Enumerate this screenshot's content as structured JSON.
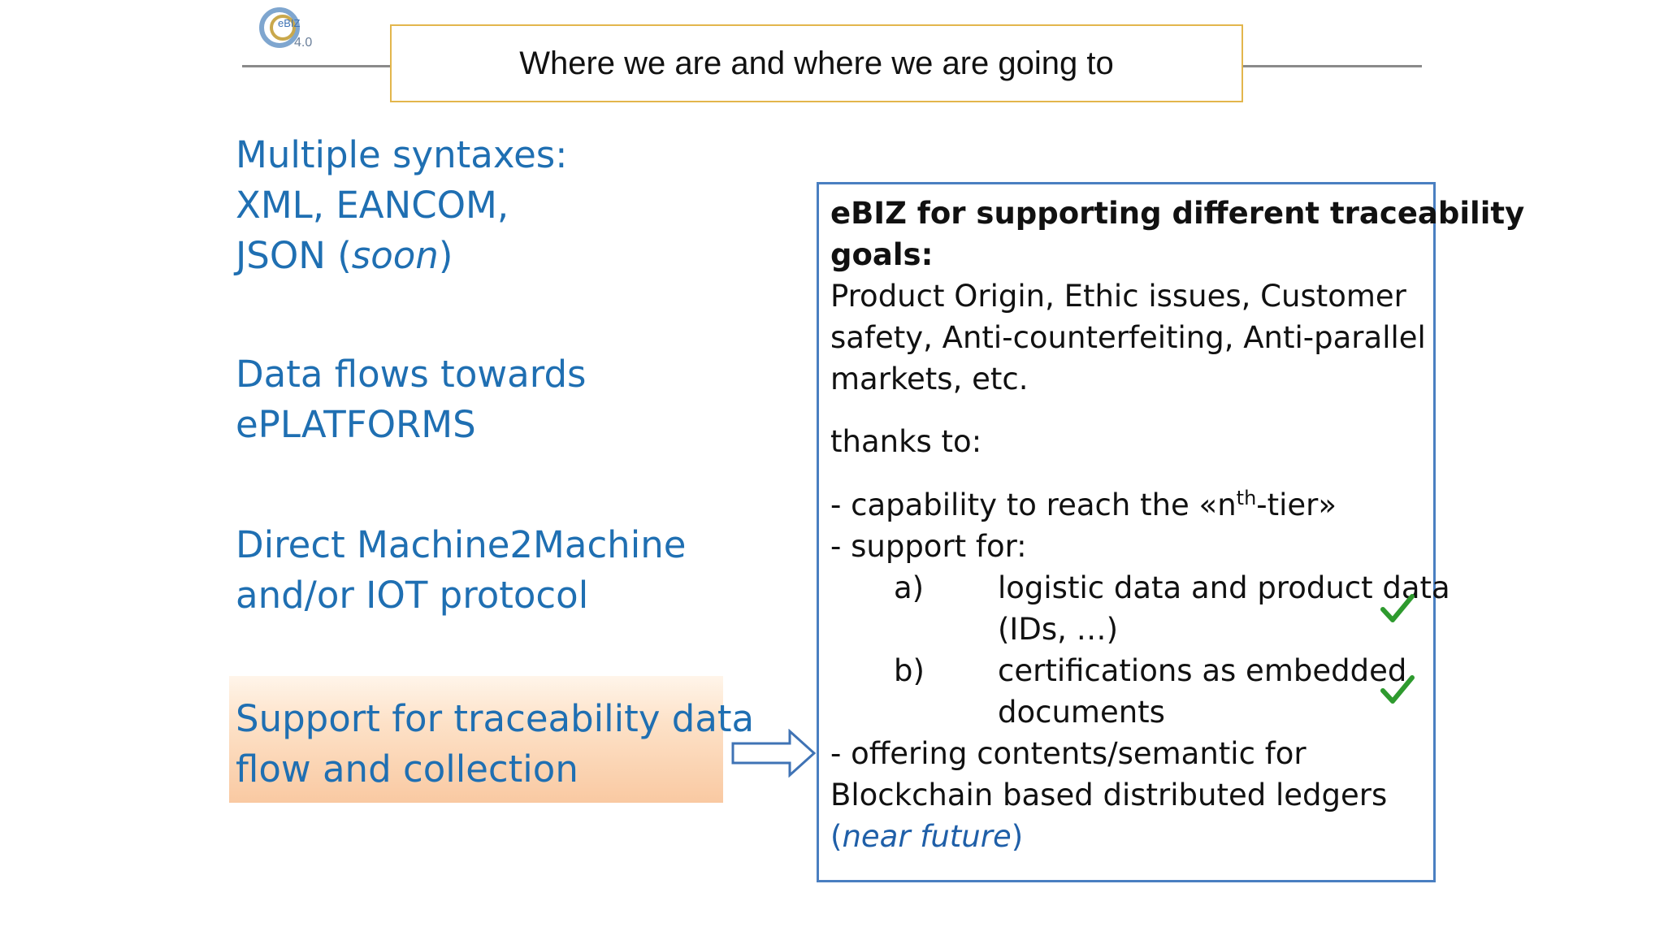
{
  "header": {
    "logo": {
      "icon": "ebiz-logo",
      "text": "eBIZ",
      "version": "4.0"
    },
    "title": "Where we are and where we are going to"
  },
  "left_column": [
    {
      "lines": [
        "Multiple syntaxes:",
        "XML, EANCOM,"
      ],
      "json_line": {
        "prefix": "JSON (",
        "italic": "soon",
        "suffix": ")"
      }
    },
    {
      "lines": [
        "Data flows towards",
        "ePLATFORMS"
      ]
    },
    {
      "lines": [
        "Direct Machine2Machine",
        "and/or IOT  protocol"
      ]
    },
    {
      "lines": [
        "Support for traceability data",
        "flow and collection"
      ],
      "highlighted": true
    }
  ],
  "arrow_icon": "right-arrow-icon",
  "right_panel": {
    "heading_lines": [
      "eBIZ for supporting different traceability",
      "goals:"
    ],
    "goals_lines": [
      "Product Origin, Ethic issues, Customer",
      "safety, Anti-counterfeiting, Anti-parallel",
      "markets, etc."
    ],
    "thanks_to": "thanks to:",
    "capability": {
      "prefix": "- capability to reach the «n",
      "sup": "th",
      "suffix": "-tier»"
    },
    "support_for": "- support for:",
    "sub_items": [
      {
        "letter": "a)",
        "lines": [
          "logistic data and product data",
          "(IDs, …)"
        ],
        "checked": true
      },
      {
        "letter": "b)",
        "lines": [
          "certifications as embedded",
          "documents"
        ],
        "checked": true
      }
    ],
    "offering_lines": [
      "- offering contents/semantic for",
      "Blockchain based distributed ledgers"
    ],
    "near_future": {
      "open": "(",
      "italic": "near future",
      "close": ")"
    },
    "check_color": "#2e9a2e"
  }
}
